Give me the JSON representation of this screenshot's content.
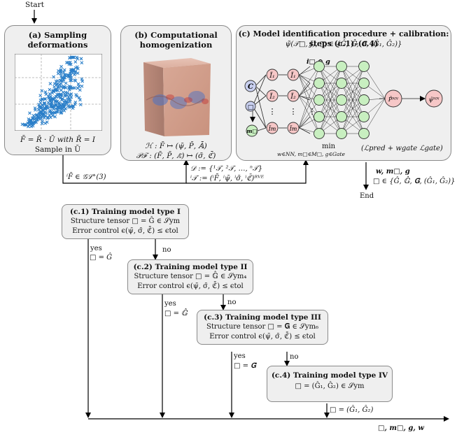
{
  "start_label": "Start",
  "end_label": "End",
  "panel_a": {
    "title_line1": "(a) Sampling",
    "title_line2": "deformations",
    "formula1": "F̄ = R̄ · Ū with R̄ = I",
    "formula2": "Sample in Ū"
  },
  "panel_b": {
    "title_line1": "(b) Computational",
    "title_line2": "homogenization",
    "formula1": "ℋ : F̄ ↦ (ψ̄, P̄, 𝔸̄)",
    "formula2": "𝒫ℱ : (F̄, P̄, 𝔸̄) ↦ (σ̄, ℭ̄)"
  },
  "panel_c": {
    "title": "(c) Model identification procedure + calibration: steps (c.1)–(c.4)",
    "formula_top": "ψ̃(𝒯□, J), □ ∈ {Ĝ, 𝔾̂, 𝐆̂, (Ĝ₁, Ĝ₂)}",
    "node_c": "C",
    "node_box": "□",
    "node_m": "m□",
    "invariant_labels": [
      "Ĩ₁",
      "Ĩ₂",
      "Ĩm"
    ],
    "invariant_out_labels": [
      "Ĩ₁",
      "Ĩ₂",
      "Ĩm"
    ],
    "dots": "⋮",
    "tensor_label": "𝒊□ ⊙ 𝒈",
    "out_p": "P̃ᴺᴺ",
    "out_psi": "ψ̃ᴺᴺ",
    "min_label": "min",
    "min_sub": "w∈NN, m□∈M□, g∈Gate",
    "loss": "(ℒpred + wgate ℒgate)"
  },
  "sample_label": "ⁱF̄ ∈ 𝒢ℒ⁺(3)",
  "dataset_label1": "𝒟 := {¹𝒯, ²𝒯, …, ⁿ𝒯}",
  "dataset_label2": "ⁱ𝒯 := (ⁱF̄, ⁱψ̄, ⁱσ̄, ⁱℭ̄)ᴿⱽᴱ",
  "result_label1": "w, m□, g",
  "result_label2": "□ ∈ {Ĝ, 𝔾̂, 𝐆̂, (Ĝ₁, Ĝ₂)}",
  "steps": [
    {
      "title": "(c.1) Training model type I",
      "line1": "Structure tensor □ = Ĝ ∈ 𝒮ym",
      "line2": "Error control ϵ(ψ̄, σ̄, ℭ̄) ≤ ϵtol"
    },
    {
      "title": "(c.2) Training model type II",
      "line1": "Structure tensor □ = 𝔾̂ ∈ 𝒮ym₄",
      "line2": "Error control ϵ(ψ̄, σ̄, ℭ̄) ≤ ϵtol"
    },
    {
      "title": "(c.3) Training model type III",
      "line1": "Structure tensor □ = 𝐆̂ ∈ 𝒮ym₆",
      "line2": "Error control ϵ(ψ̄, σ̄, ℭ̄) ≤ ϵtol"
    },
    {
      "title": "(c.4) Training model type IV",
      "line1": "□ = (Ĝ₁, Ĝ₂) ∈ 𝒮ym",
      "line2": ""
    }
  ],
  "yes_labels": [
    "yes",
    "yes",
    "yes"
  ],
  "no_labels": [
    "no",
    "no",
    "no"
  ],
  "assign_labels": [
    "□ = Ĝ",
    "□ = 𝔾̂",
    "□ = 𝐆̂",
    "□ = (Ĝ₁, Ĝ₂)"
  ],
  "final_output": "□, m□, g, w",
  "colors": {
    "panel_fill": "#efefef",
    "panel_border": "#8a8a8a",
    "node_blue": "#c9d0f0",
    "node_red": "#f6c7c7",
    "node_green": "#c8efc0",
    "scatter": "#2b7fc9"
  }
}
